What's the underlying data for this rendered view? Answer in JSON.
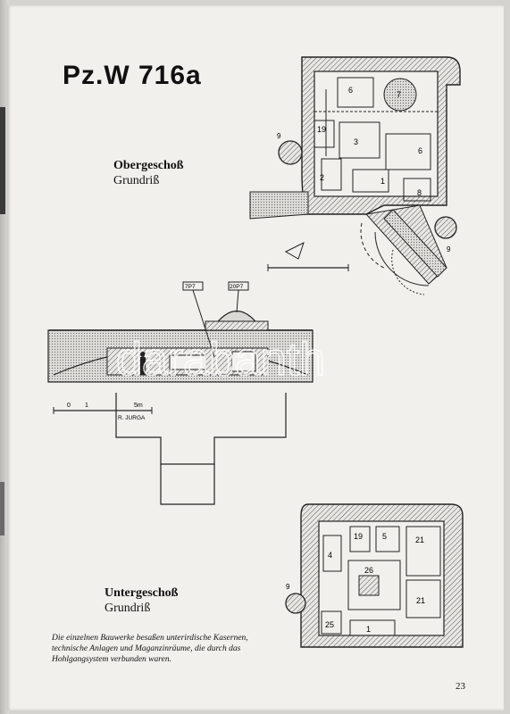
{
  "page": {
    "title": "Pz.W 716a",
    "upper_floor": {
      "name": "Obergeschoß",
      "sub": "Grundriß"
    },
    "lower_floor": {
      "name": "Untergeschoß",
      "sub": "Grundriß"
    },
    "caption": "Die einzelnen Bauwerke besaßen unterirdische Kasernen, technische Anlagen und Maganzinräume, die durch das Hohlgangsystem verbunden waren.",
    "page_number": "23",
    "watermark": "darabanth"
  },
  "upper_plan": {
    "room_numbers": [
      "6",
      "7",
      "19",
      "3",
      "6",
      "9",
      "2",
      "1",
      "8",
      "9"
    ]
  },
  "section": {
    "labels": [
      "7P7",
      "20P7"
    ],
    "scale_marks": [
      "0",
      "1",
      "5m"
    ],
    "author": "R. JURGA"
  },
  "lower_plan": {
    "room_numbers": [
      "19",
      "5",
      "21",
      "4",
      "26",
      "21",
      "9",
      "25",
      "1"
    ]
  }
}
